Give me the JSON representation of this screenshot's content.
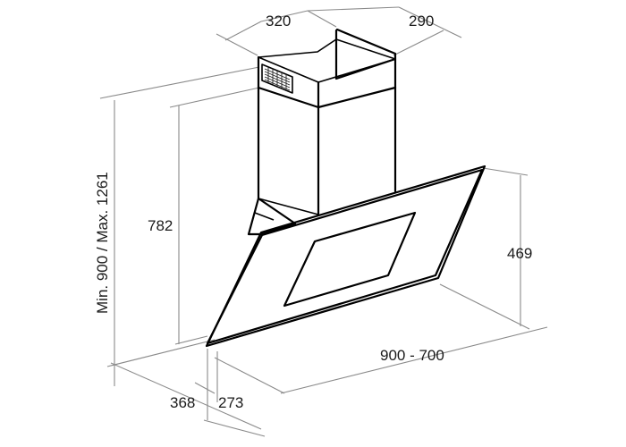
{
  "dimensions": {
    "chimney_width": "320",
    "chimney_depth": "290",
    "total_height": "Min. 900 / Max. 1261",
    "chimney_height": "782",
    "glass_height": "469",
    "hood_width": "900 - 700",
    "total_depth": "368",
    "base_depth": "273"
  }
}
